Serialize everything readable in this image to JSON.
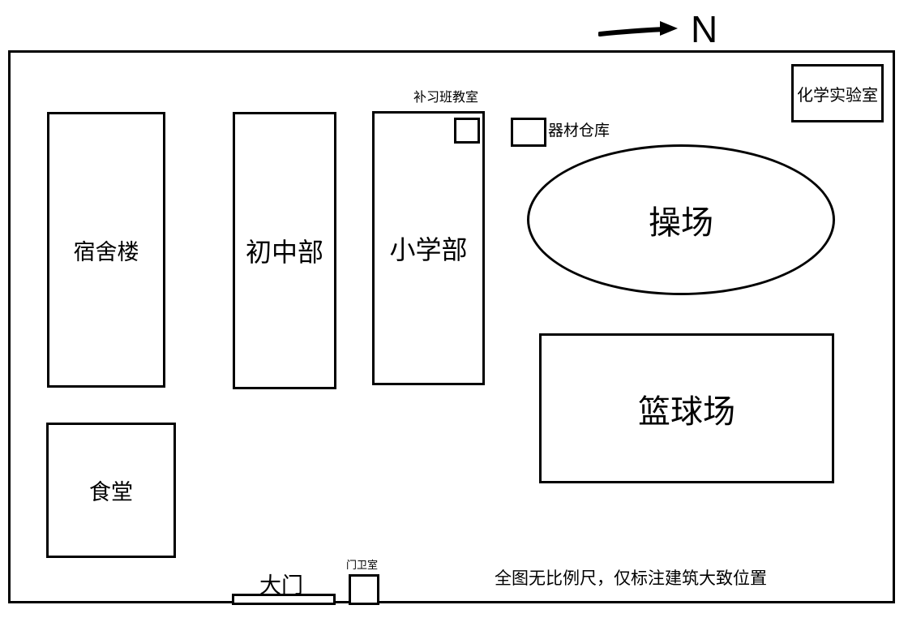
{
  "compass": {
    "direction_label": "N",
    "arrow_icon": "right-arrow-icon"
  },
  "buildings": {
    "dormitory": "宿舍楼",
    "junior_high": "初中部",
    "primary_school": "小学部",
    "tutoring_room": "补习班教室",
    "equipment_storage": "器材仓库",
    "chemistry_lab": "化学实验室",
    "playground": "操场",
    "basketball_court": "篮球场",
    "canteen": "食堂",
    "main_gate": "大门",
    "guard_room": "门卫室"
  },
  "note": "全图无比例尺，仅标注建筑大致位置",
  "colors": {
    "ink": "#000000",
    "background": "#ffffff"
  }
}
